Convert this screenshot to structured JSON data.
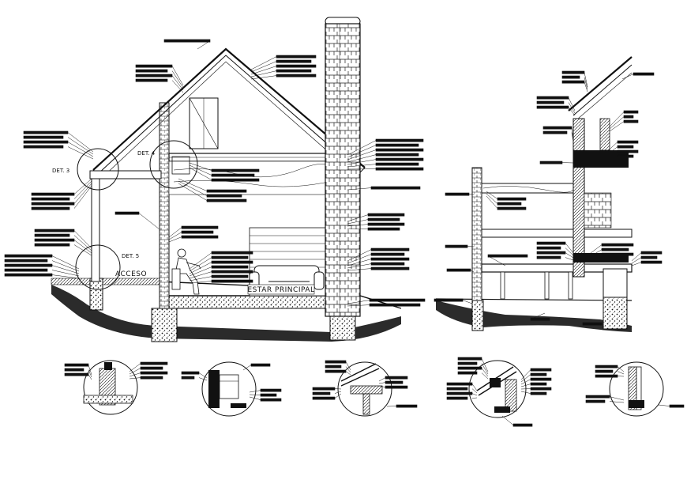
{
  "labels": {
    "det3": "DET. 3",
    "det4": "DET. 4",
    "det5": "DET. 5",
    "acceso": "ACCESO",
    "estar_principal": "ESTAR PRINCIPAL"
  },
  "colors": {
    "ink": "#111111",
    "ground": "#2b2b2b",
    "paper": "#ffffff"
  }
}
